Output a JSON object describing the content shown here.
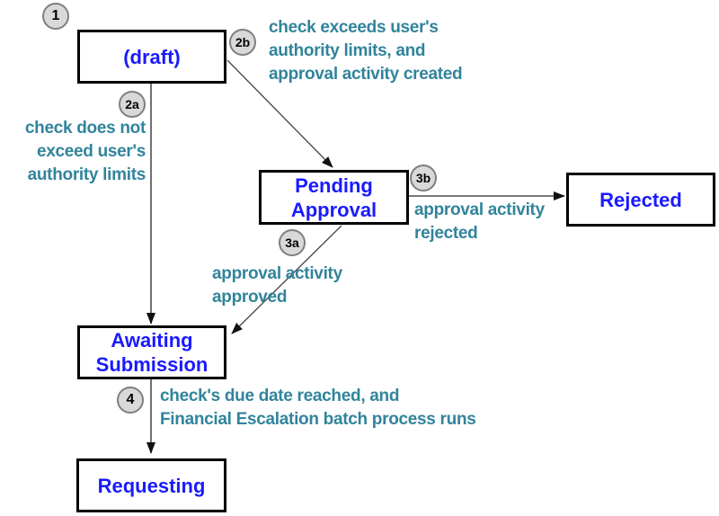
{
  "diagram": {
    "type": "state-transition-diagram",
    "states": {
      "draft": {
        "label": "(draft)"
      },
      "pending": {
        "label": "Pending\nApproval"
      },
      "rejected": {
        "label": "Rejected"
      },
      "awaiting": {
        "label": "Awaiting\nSubmission"
      },
      "requesting": {
        "label": "Requesting"
      }
    },
    "badges": {
      "b1": {
        "label": "1"
      },
      "b2a": {
        "label": "2a"
      },
      "b2b": {
        "label": "2b"
      },
      "b3a": {
        "label": "3a"
      },
      "b3b": {
        "label": "3b"
      },
      "b4": {
        "label": "4"
      }
    },
    "transitions": {
      "t2b": {
        "badge": "2b",
        "from": "draft",
        "to": "pending",
        "label": "check exceeds user's\nauthority limits, and\napproval activity created"
      },
      "t2a": {
        "badge": "2a",
        "from": "draft",
        "to": "awaiting",
        "label": "check does not\nexceed user's\nauthority limits"
      },
      "t3b": {
        "badge": "3b",
        "from": "pending",
        "to": "rejected",
        "label": "approval activity\nrejected"
      },
      "t3a": {
        "badge": "3a",
        "from": "pending",
        "to": "awaiting",
        "label": "approval activity\napproved"
      },
      "t4": {
        "badge": "4",
        "from": "awaiting",
        "to": "requesting",
        "label": "check's due date reached, and\nFinancial Escalation batch process runs"
      }
    },
    "colors": {
      "state_text": "#1a1aff",
      "transition_text": "#31849b",
      "badge_fill": "#d9d9d9",
      "badge_border": "#7f7f7f",
      "box_border": "#000000",
      "line": "#4d4d4d",
      "arrowhead": "#111111",
      "background": "#ffffff"
    }
  }
}
